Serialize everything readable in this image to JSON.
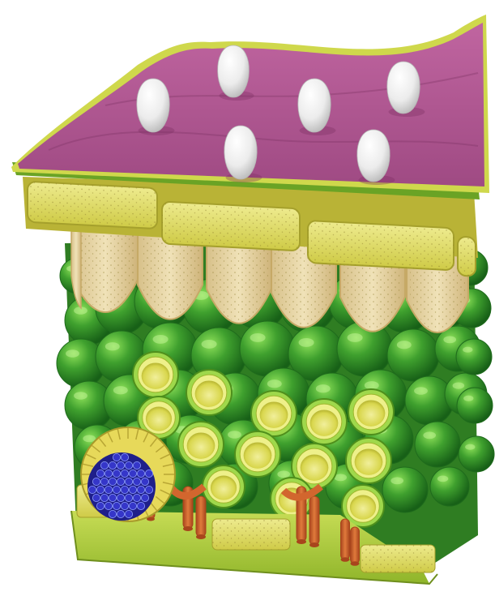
{
  "figure": {
    "kind": "3D cross-section illustration of layered cellular tissue",
    "labels": []
  },
  "palette": {
    "top_surface": "#b0578f",
    "top_surface_dark": "#8e3f73",
    "top_rim": "#c9d84a",
    "green_band": "#7fb52c",
    "green_band_dark": "#5d8f1a",
    "yellow_cell": "#d9d45a",
    "yellow_cell_light": "#ece98a",
    "yellow_cell_edge": "#a5a02c",
    "tan_cell": "#e6d3a1",
    "tan_cell_edge": "#c6a966",
    "sphere_light": "#7fd04a",
    "sphere_mid": "#3d9a2c",
    "sphere_dark": "#1f6b1c",
    "ring_outer": "#9fd84b",
    "ring_inner": "#eef08a",
    "ring_hole": "#d7d64a",
    "tube_blue": "#3536c9",
    "tube_blue_dark": "#1f1f8a",
    "sheath_yellow": "#e7d95a",
    "pipe_orange": "#d2662e",
    "pipe_orange_dark": "#a8451c",
    "base_green": "#b8d34a",
    "egg_white": "#f2f2f2"
  },
  "eggs": {
    "count": 6,
    "icon": "egg-icon"
  },
  "sections": [
    {
      "id": "top-surface",
      "icon": "membrane-icon"
    },
    {
      "id": "upper-cell-row",
      "icon": "cell-row-icon"
    },
    {
      "id": "elongated-cells",
      "icon": "oval-cell-icon"
    },
    {
      "id": "sphere-layer",
      "icon": "sphere-cluster-icon"
    },
    {
      "id": "ring-cells",
      "icon": "ring-cell-icon"
    },
    {
      "id": "tube-bundle",
      "icon": "tube-bundle-icon"
    },
    {
      "id": "branching-pipes",
      "icon": "pipe-icon"
    },
    {
      "id": "base-layer",
      "icon": "base-layer-icon"
    }
  ]
}
